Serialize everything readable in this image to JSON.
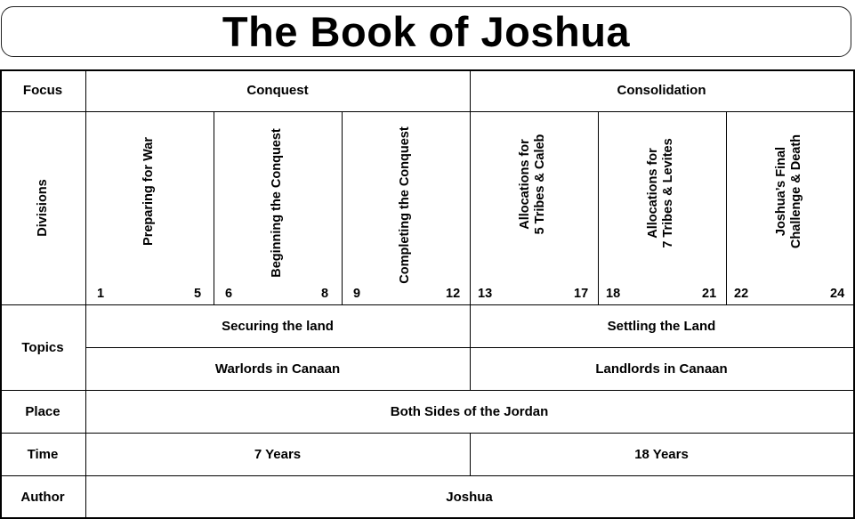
{
  "title": "The Book of Joshua",
  "row_labels": {
    "focus": "Focus",
    "divisions": "Divisions",
    "topics": "Topics",
    "place": "Place",
    "time": "Time",
    "author": "Author"
  },
  "focus": [
    "Conquest",
    "Consolidation"
  ],
  "divisions": [
    {
      "lines": [
        "Preparing for War"
      ],
      "start": "1",
      "end": "5"
    },
    {
      "lines": [
        "Beginning the Conquest"
      ],
      "start": "6",
      "end": "8"
    },
    {
      "lines": [
        "Completing the Conquest"
      ],
      "start": "9",
      "end": "12"
    },
    {
      "lines": [
        "Allocations for",
        "5 Tribes & Caleb"
      ],
      "start": "13",
      "end": "17"
    },
    {
      "lines": [
        "Allocations for",
        "7 Tribes & Levites"
      ],
      "start": "18",
      "end": "21"
    },
    {
      "lines": [
        "Joshua’s Final",
        "Challenge & Death"
      ],
      "start": "22",
      "end": "24"
    }
  ],
  "topics_row1": [
    "Securing the land",
    "Settling the Land"
  ],
  "topics_row2": [
    "Warlords in Canaan",
    "Landlords in Canaan"
  ],
  "place": "Both Sides of the Jordan",
  "time": [
    "7 Years",
    "18 Years"
  ],
  "author": "Joshua"
}
